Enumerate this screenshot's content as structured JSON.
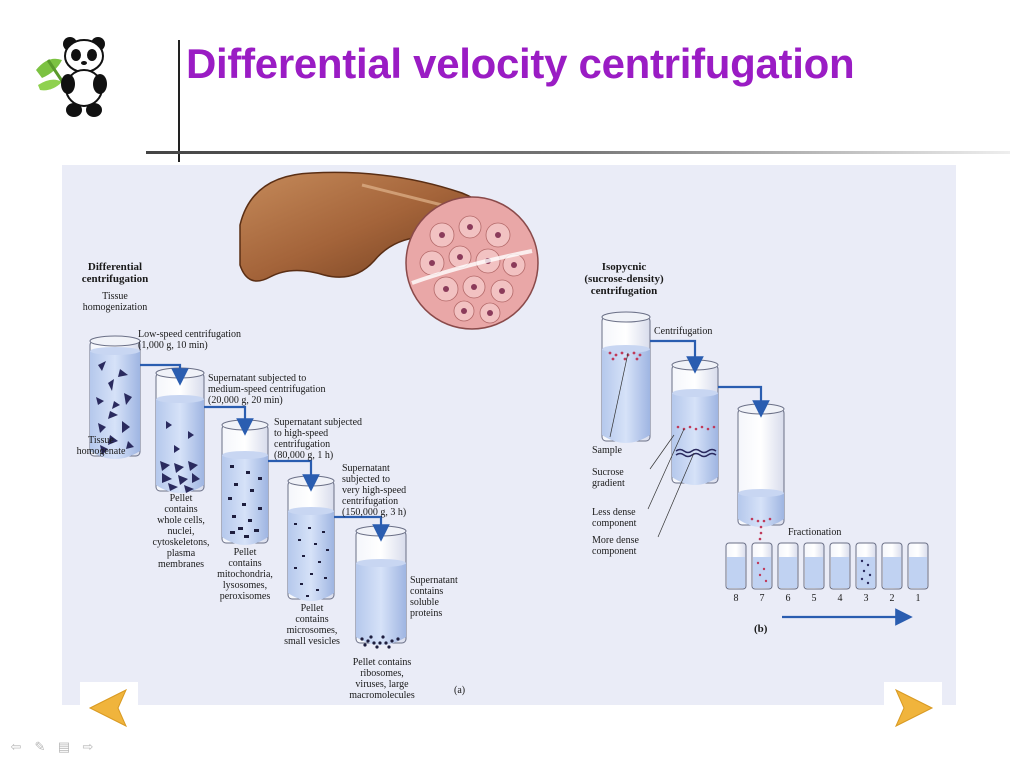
{
  "slide": {
    "title": "Differential velocity centrifugation"
  },
  "figure": {
    "left_panel": {
      "heading_line1": "Differential",
      "heading_line2": "centrifugation",
      "tissue_homogenization_line1": "Tissue",
      "tissue_homogenization_line2": "homogenization",
      "tissue_homogenate_line1": "Tissue",
      "tissue_homogenate_line2": "homogenate",
      "step1_line1": "Low-speed centrifugation",
      "step1_line2": "(1,000 g, 10 min)",
      "step2_line1": "Supernatant subjected to",
      "step2_line2": "medium-speed centrifugation",
      "step2_line3": "(20,000 g, 20 min)",
      "step3_line1": "Supernatant subjected",
      "step3_line2": "to high-speed",
      "step3_line3": "centrifugation",
      "step3_line4": "(80,000 g, 1 h)",
      "step4_line1": "Supernatant",
      "step4_line2": "subjected to",
      "step4_line3": "very high-speed",
      "step4_line4": "centrifugation",
      "step4_line5": "(150,000 g, 3 h)",
      "pellet1_line1": "Pellet",
      "pellet1_line2": "contains",
      "pellet1_line3": "whole cells,",
      "pellet1_line4": "nuclei,",
      "pellet1_line5": "cytoskeletons,",
      "pellet1_line6": "plasma",
      "pellet1_line7": "membranes",
      "pellet2_line1": "Pellet",
      "pellet2_line2": "contains",
      "pellet2_line3": "mitochondria,",
      "pellet2_line4": "lysosomes,",
      "pellet2_line5": "peroxisomes",
      "pellet3_line1": "Pellet",
      "pellet3_line2": "contains",
      "pellet3_line3": "microsomes,",
      "pellet3_line4": "small vesicles",
      "pellet4_line1": "Pellet contains",
      "pellet4_line2": "ribosomes,",
      "pellet4_line3": "viruses, large",
      "pellet4_line4": "macromolecules",
      "supernatant_line1": "Supernatant",
      "supernatant_line2": "contains",
      "supernatant_line3": "soluble",
      "supernatant_line4": "proteins",
      "panel_label": "(a)"
    },
    "right_panel": {
      "heading_line1": "Isopycnic",
      "heading_line2": "(sucrose-density)",
      "heading_line3": "centrifugation",
      "centrifugation": "Centrifugation",
      "sample": "Sample",
      "sucrose_gradient_line1": "Sucrose",
      "sucrose_gradient_line2": "gradient",
      "less_dense_line1": "Less dense",
      "less_dense_line2": "component",
      "more_dense_line1": "More dense",
      "more_dense_line2": "component",
      "fractionation": "Fractionation",
      "fraction_labels": [
        "8",
        "7",
        "6",
        "5",
        "4",
        "3",
        "2",
        "1"
      ],
      "panel_label": "(b)"
    }
  },
  "navigation": {
    "prev_icon": "prev-arrow-icon",
    "next_icon": "next-arrow-icon",
    "mini_icons": [
      "back-icon",
      "pen-icon",
      "menu-icon",
      "forward-icon"
    ]
  },
  "colors": {
    "title": "#9a1cc4",
    "arrow": "#2a5db0",
    "nav_arrow": "#f0b43c"
  }
}
